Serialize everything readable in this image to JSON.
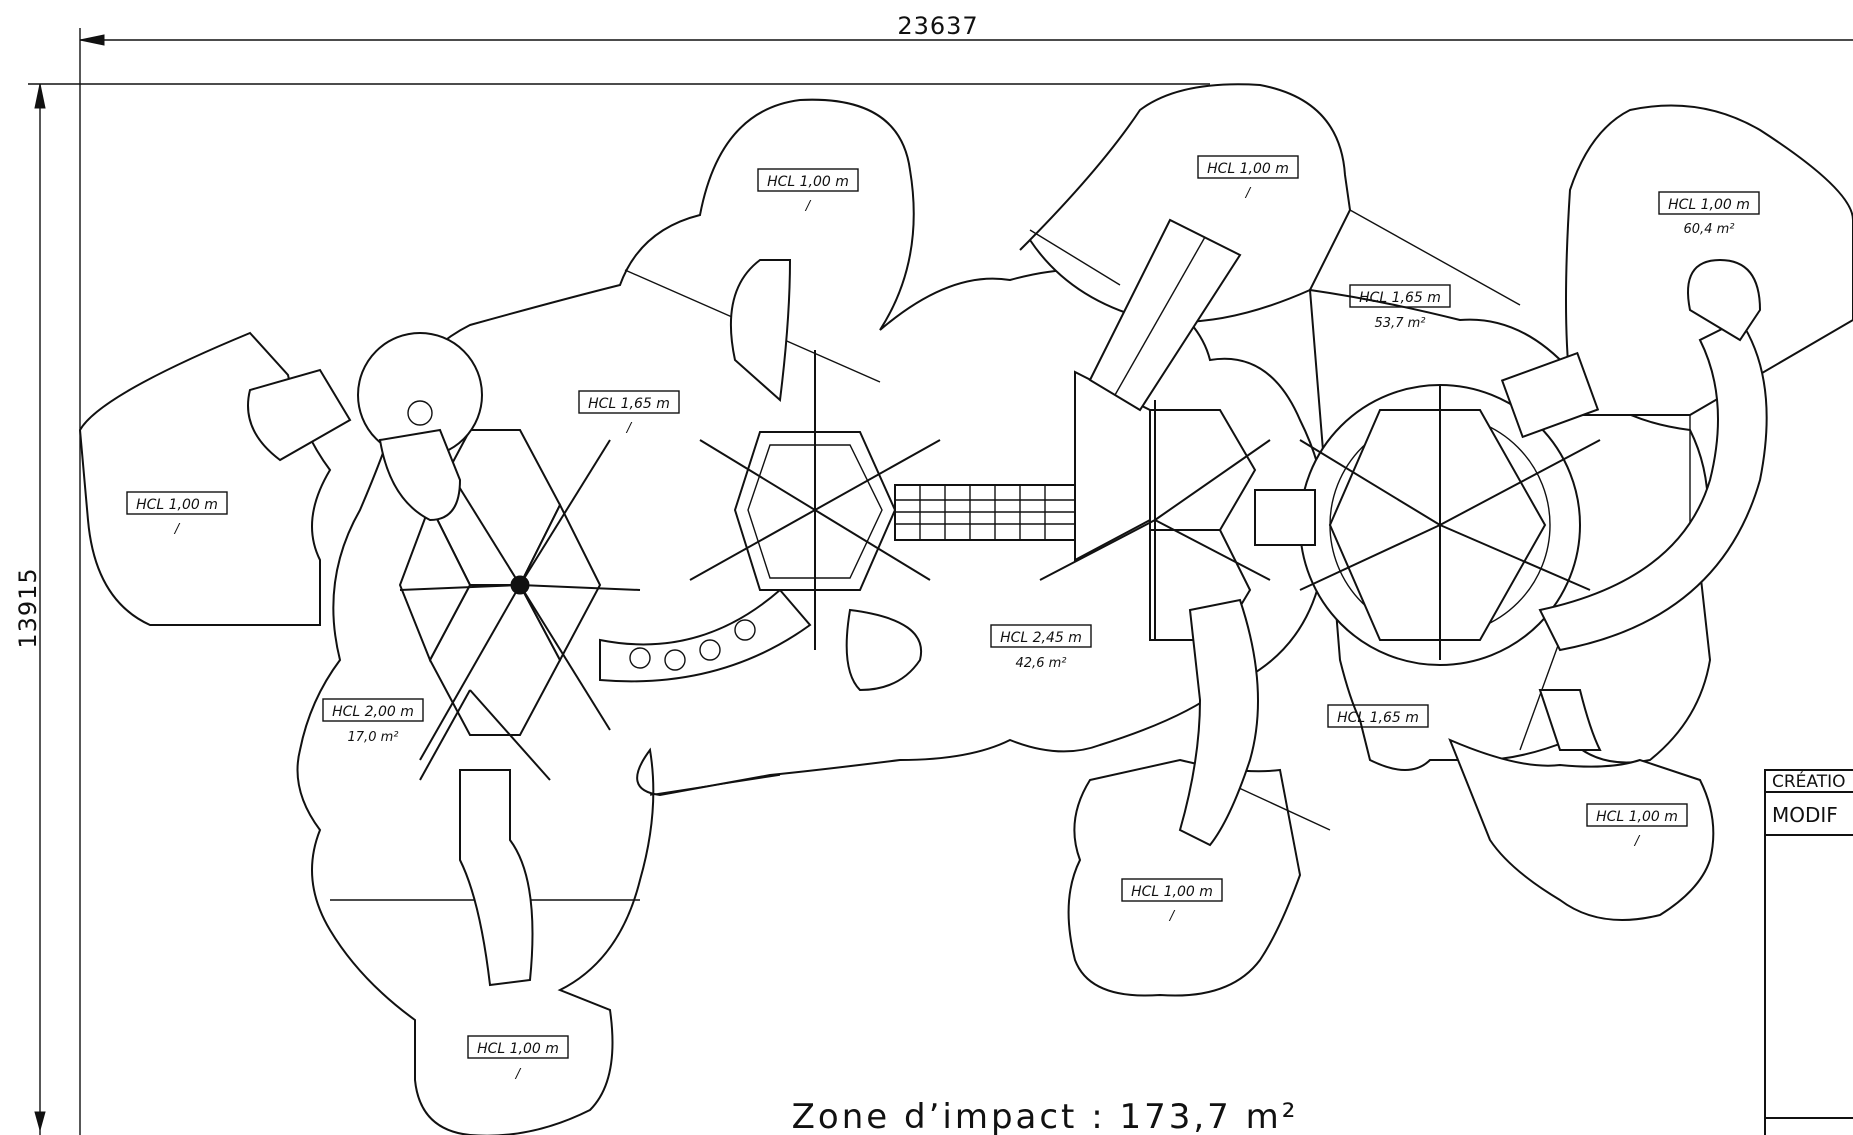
{
  "dimensions": {
    "width_label": "23637",
    "height_label": "13915"
  },
  "zones": [
    {
      "label": "HCL 1,00 m",
      "sub": "/"
    },
    {
      "label": "HCL 1,00 m",
      "sub": "/"
    },
    {
      "label": "HCL 1,00 m",
      "sub": "60,4 m²"
    },
    {
      "label": "HCL 1,65 m",
      "sub": "53,7 m²"
    },
    {
      "label": "HCL 1,00 m",
      "sub": "/"
    },
    {
      "label": "HCL 1,65 m",
      "sub": "/"
    },
    {
      "label": "HCL 2,45 m",
      "sub": "42,6 m²"
    },
    {
      "label": "HCL 2,00 m",
      "sub": "17,0 m²"
    },
    {
      "label": "HCL 1,65 m",
      "sub": ""
    },
    {
      "label": "HCL 1,00 m",
      "sub": "/"
    },
    {
      "label": "HCL 1,00 m",
      "sub": "/"
    },
    {
      "label": "HCL 1,00 m",
      "sub": "/"
    }
  ],
  "impact_zone_text": "Zone d’impact : 173,7 m²",
  "title_block": {
    "creation_label": "CRÉATIO",
    "modif_label": "MODIF"
  }
}
